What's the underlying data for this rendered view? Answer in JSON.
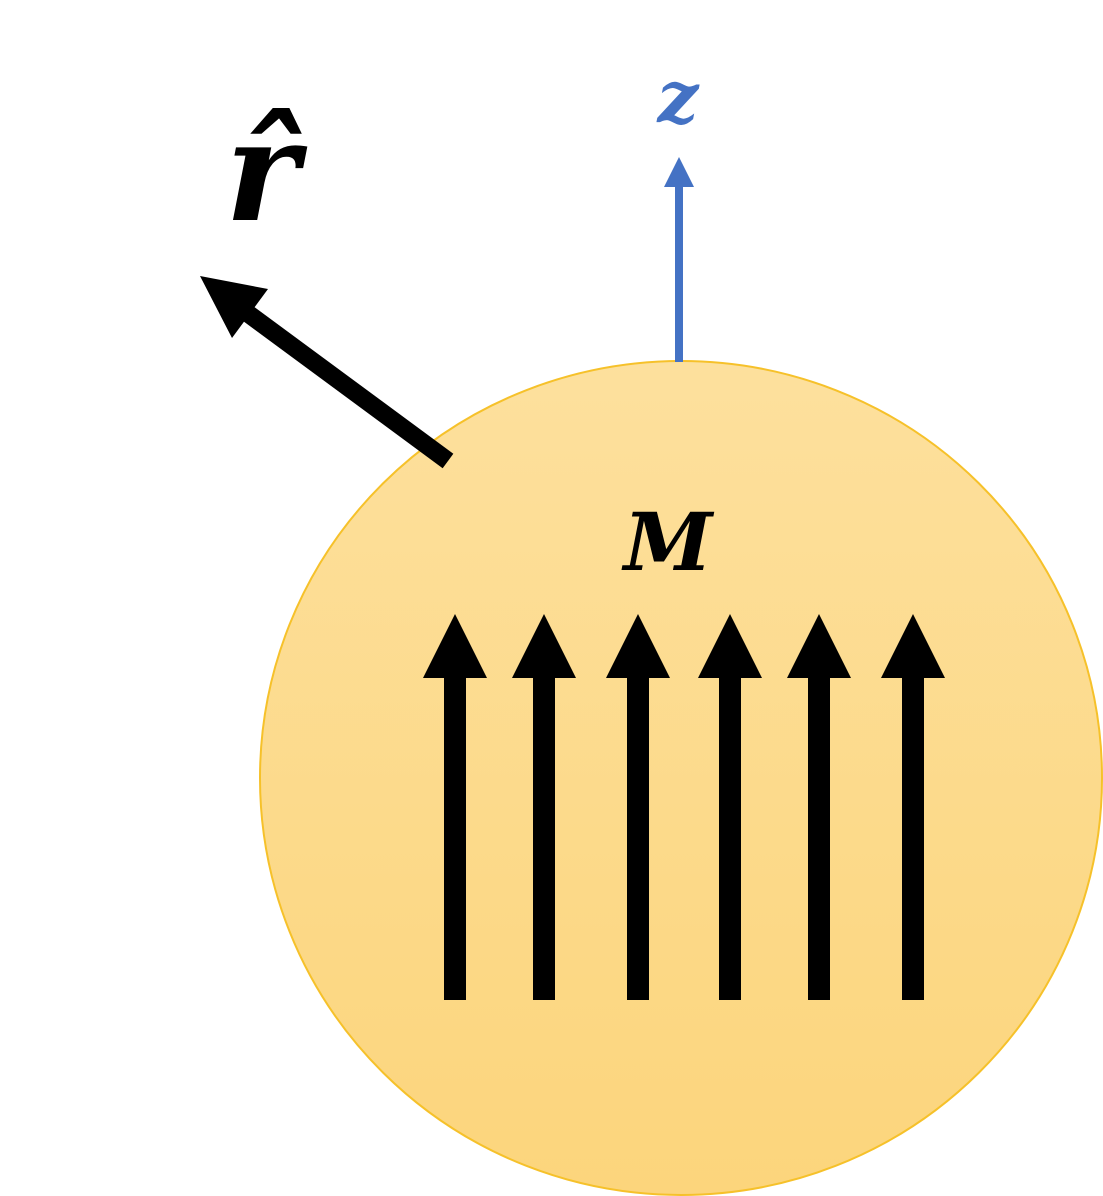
{
  "labels": {
    "z_axis": "z",
    "r_hat": "r̂",
    "magnetization": "M"
  },
  "colors": {
    "sphere_fill_top": "#fde09d",
    "sphere_fill_bottom": "#fcd57c",
    "sphere_stroke": "#f6c12a",
    "z_axis": "#4472c4",
    "arrows": "#000000"
  },
  "magnetization_arrow_count": 6
}
